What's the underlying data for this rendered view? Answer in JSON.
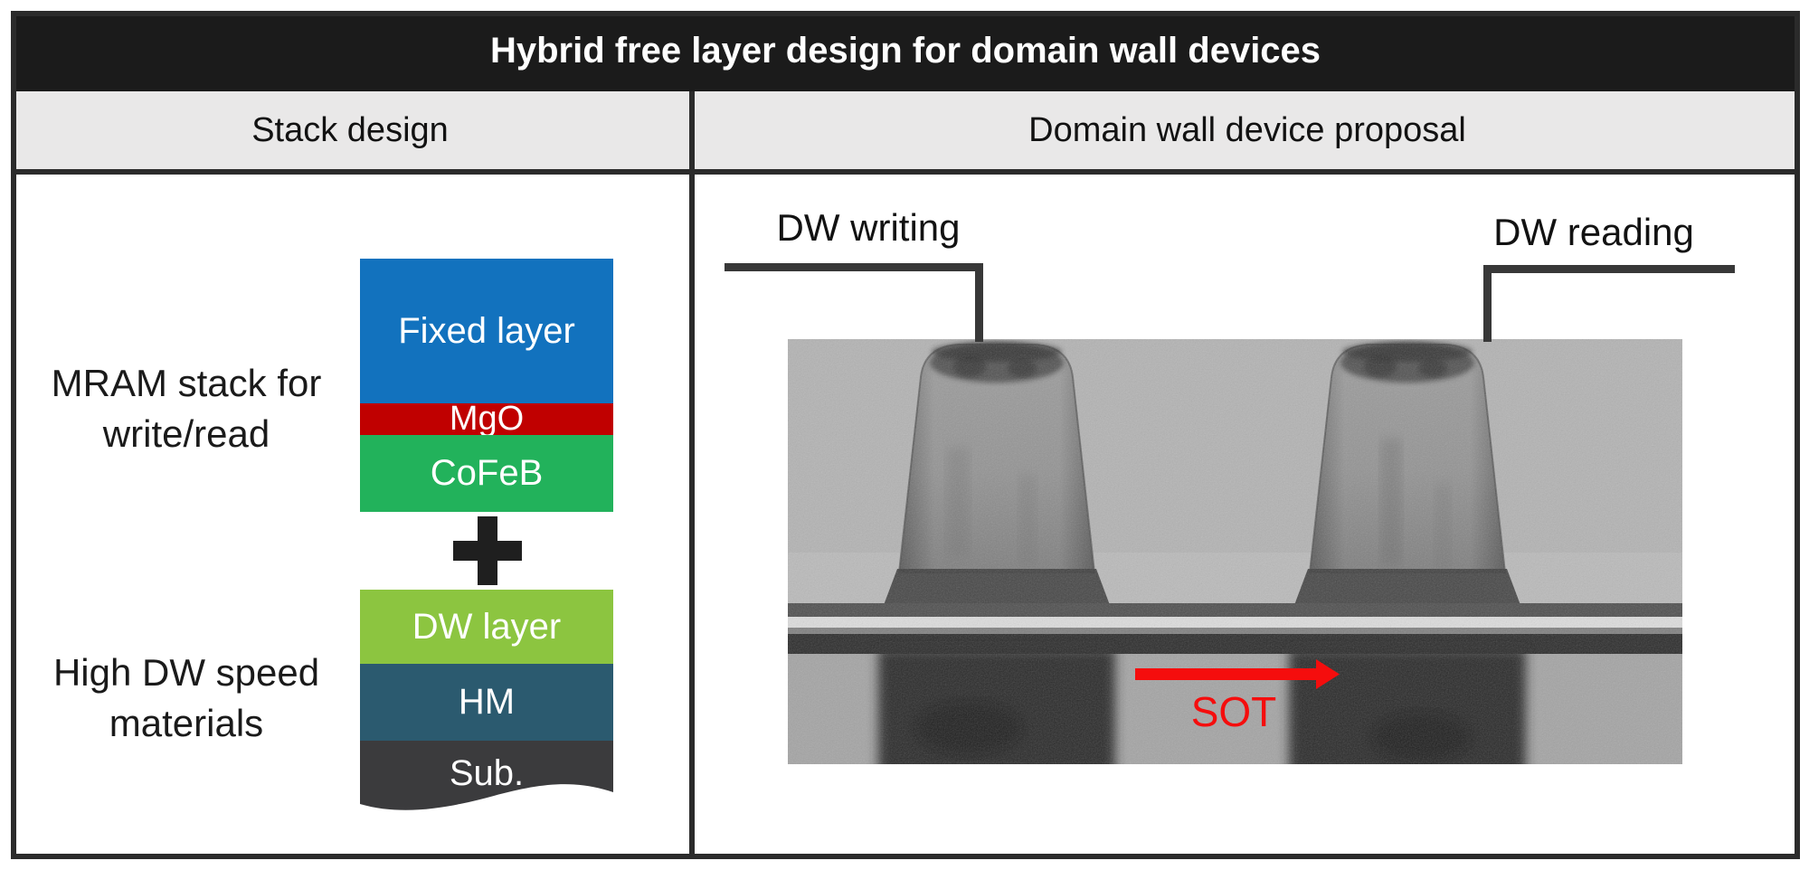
{
  "title": "Hybrid free layer design for domain wall devices",
  "columns": {
    "left_header": "Stack design",
    "right_header": "Domain wall device proposal"
  },
  "stack_design": {
    "mram_label_line1": "MRAM stack for",
    "mram_label_line2": "write/read",
    "plus_symbol": "+",
    "dw_label_line1": "High DW speed",
    "dw_label_line2": "materials",
    "mram_layers": [
      {
        "name": "Fixed layer",
        "color": "#1272BE"
      },
      {
        "name": "MgO",
        "color": "#C00000"
      },
      {
        "name": "CoFeB",
        "color": "#22B25B"
      }
    ],
    "dw_layers": [
      {
        "name": "DW layer",
        "color": "#8CC540"
      },
      {
        "name": "HM",
        "color": "#2B5A6F"
      },
      {
        "name": "Sub.",
        "color": "#3B3B3D"
      }
    ]
  },
  "device_proposal": {
    "write_label": "DW writing",
    "read_label": "DW reading",
    "sot_label": "SOT",
    "sot_color": "#F50D0D"
  },
  "chrome": {
    "title_bg": "#1B1B1B",
    "header_bg": "#E9E8E8",
    "frame_color": "#2B2B2B"
  }
}
